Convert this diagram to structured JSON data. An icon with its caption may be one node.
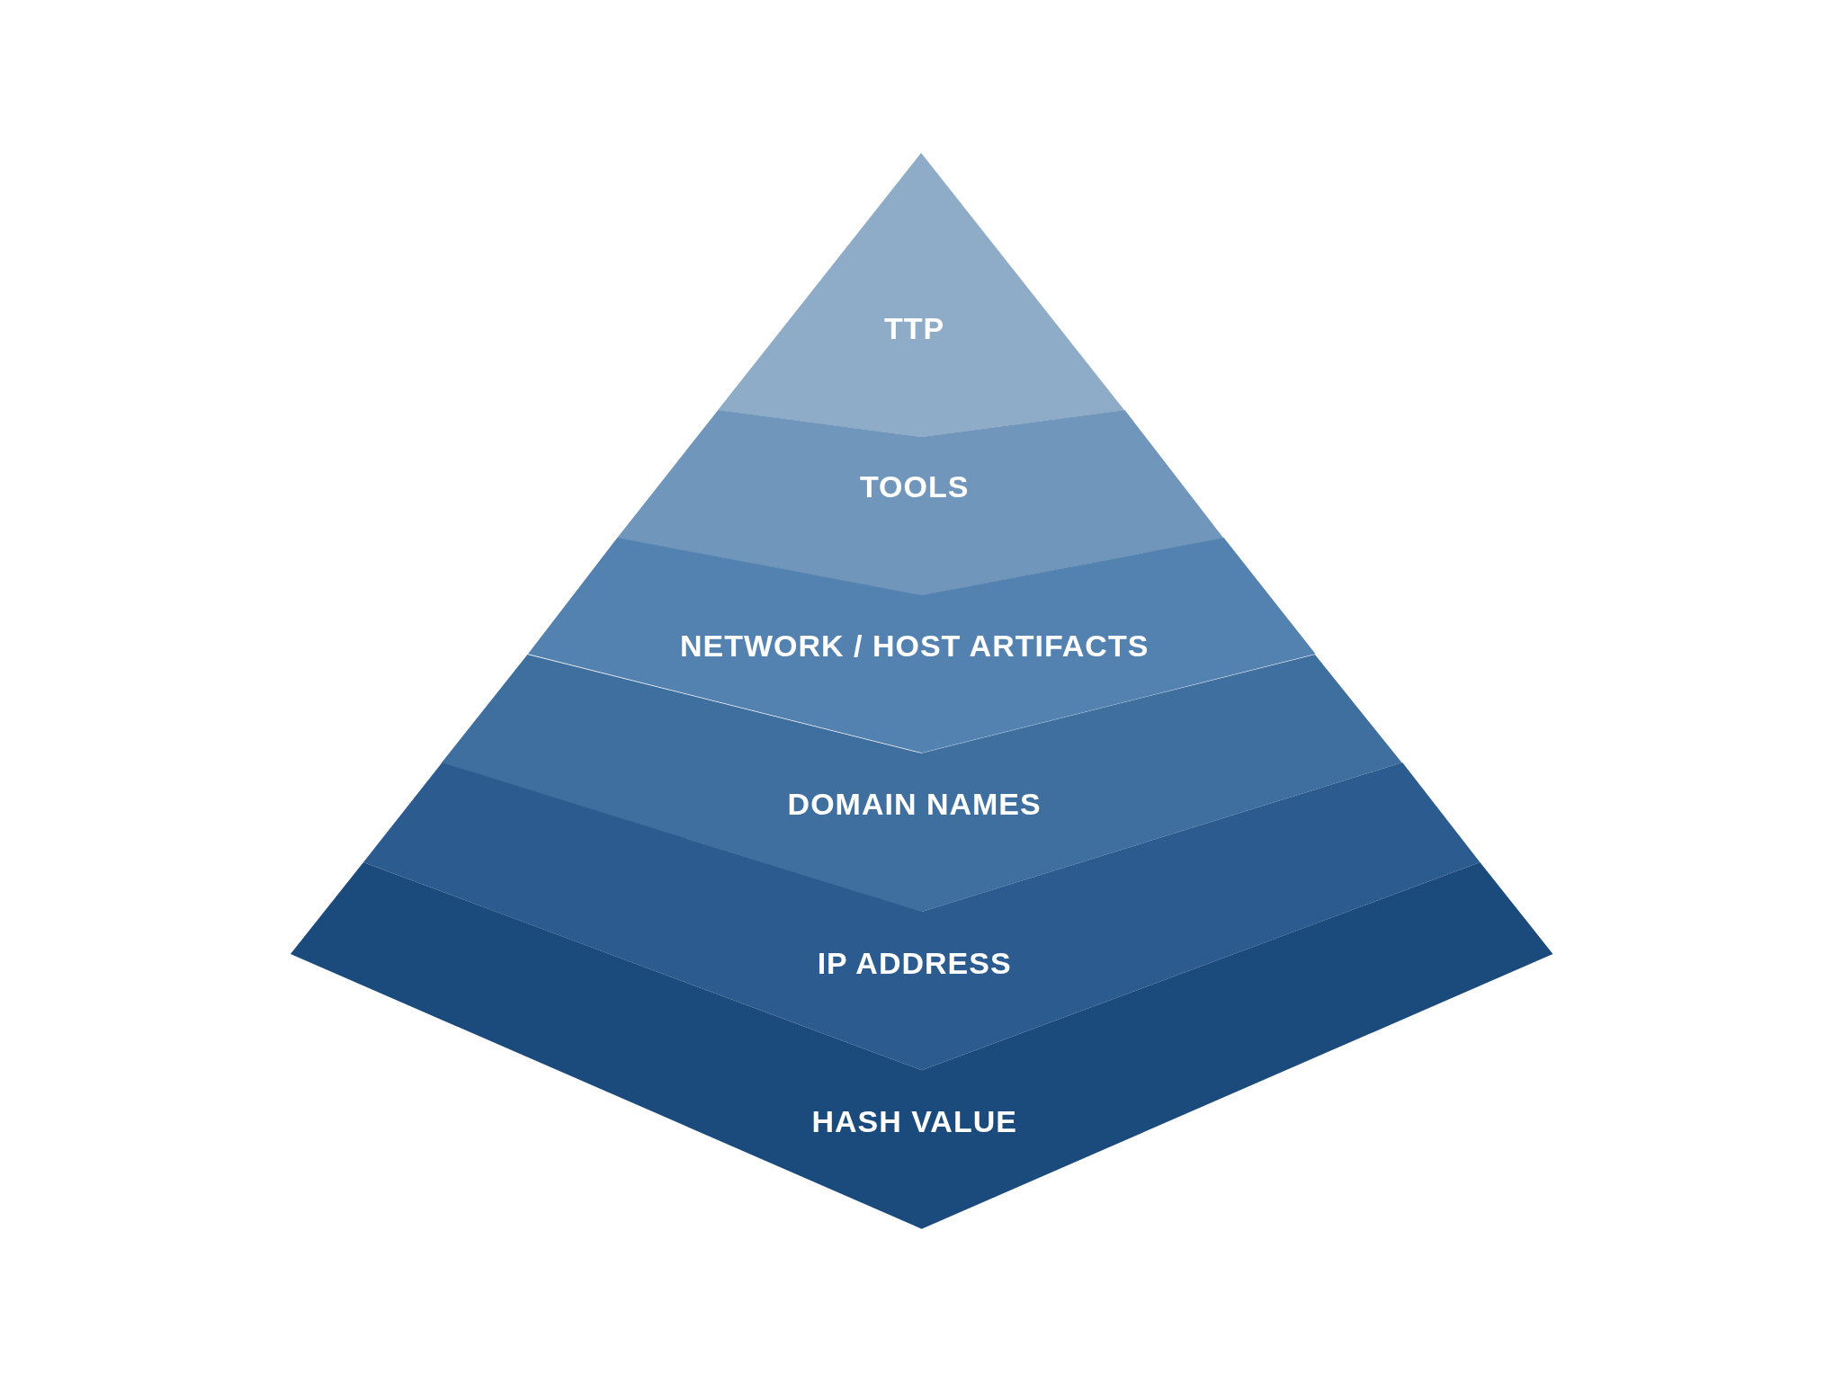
{
  "diagram": {
    "nodes": [
      {
        "text": [
          "TTP"
        ]
      },
      {
        "text": [
          "TOOLS"
        ]
      },
      {
        "text": [
          "NETWORK / HOST ARTIFACTS"
        ]
      },
      {
        "text": [
          "DOMAIN NAMES"
        ]
      },
      {
        "text": [
          "IP ADDRESS"
        ]
      },
      {
        "text": [
          "HASH VALUE"
        ]
      }
    ]
  }
}
